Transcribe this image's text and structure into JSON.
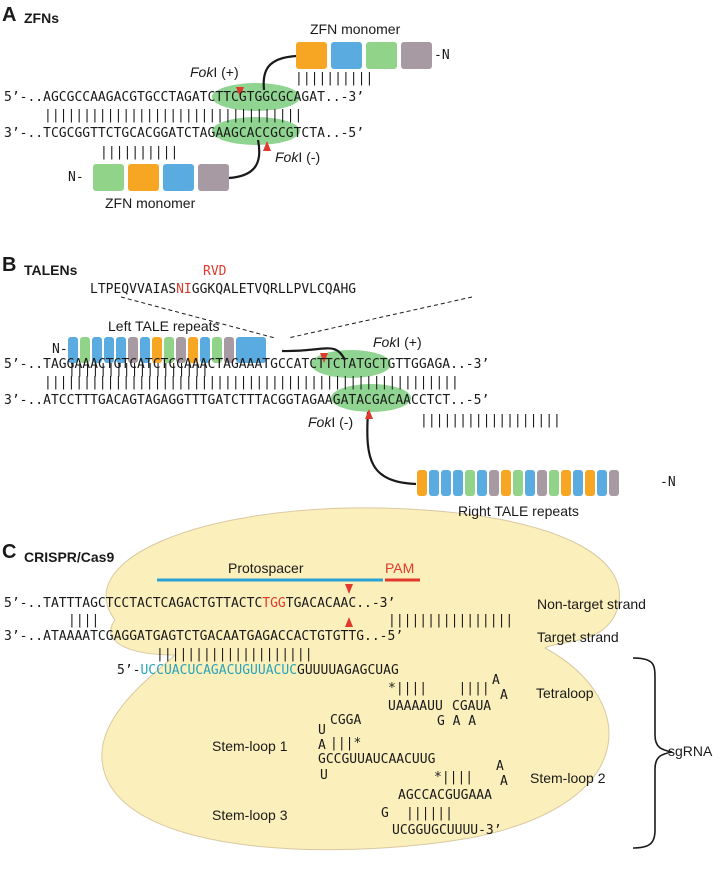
{
  "colors": {
    "orange": "#f6a623",
    "blue": "#5aace0",
    "green": "#92d38a",
    "mauve": "#a89aa2",
    "highlight_green": "#8fd490",
    "red": "#e03a2e",
    "cyan": "#2aa3b8",
    "protospacer_bar": "#2aa3d4",
    "cas9_fill": "#fbefbb"
  },
  "panelA": {
    "letter": "A",
    "title": "ZFNs",
    "monomer_top": "ZFN monomer",
    "monomer_bottom": "ZFN monomer",
    "n_top": "-N",
    "n_bottom": "N-",
    "foki_plus_italic": "Fok",
    "foki_plus_rest": "I (+)",
    "foki_minus_italic": "Fok",
    "foki_minus_rest": "I (-)",
    "top_strand_pre": "5’-..AGCGCCAAGACGTG",
    "top_strand_hl": "CCTAGAT",
    "top_strand_post": "CTTCGTGGCGCAGAT..-3’",
    "pairs": "|||||||||||||||||||||||||||||||||",
    "bottom_strand_pre": "3’-..TCGCGGTTCTGCAC",
    "bottom_strand_hl": "GGATCTA",
    "bottom_strand_post": "GAAGCACCGCGTCTA..-5’",
    "top_ticks": "||||||||||",
    "bottom_ticks": "||||||||||"
  },
  "panelB": {
    "letter": "B",
    "title": "TALENs",
    "rvd_label": "RVD",
    "seq_pre": "LTPEQVVAIAS",
    "seq_rvd": "NI",
    "seq_post": "GGKQALETVQRLLPVLCQAHG",
    "left_label": "Left TALE repeats",
    "right_label": "Right TALE repeats",
    "n_left": "N-",
    "n_right": "-N",
    "foki_plus_italic": "Fok",
    "foki_plus_rest": "I (+)",
    "foki_minus_italic": "Fok",
    "foki_minus_rest": "I (-)",
    "top_strand_pre": "5’-..TAGGAAACTGTCATCTCCAAA",
    "top_strand_hl": "CTAGAAA",
    "top_strand_post": "TGCCATCTTCTATGCTGTTGGAGA..-3’",
    "pairs": "|||||||||||||||||||||||||||||||||||||||||||||||||||||",
    "bottom_strand_pre": "3’-..ATCCTTTGACAGTAGAGGTTTGAT",
    "bottom_strand_hl": "CTTTAC",
    "bottom_strand_post": "GGTAGAAGATACGACAACCTCT..-5’",
    "left_ticks": "||||||||||||||||||",
    "right_ticks": "||||||||||||||||||"
  },
  "panelC": {
    "letter": "C",
    "title": "CRISPR/Cas9",
    "protospacer": "Protospacer",
    "pam": "PAM",
    "nontarget_label": "Non-target strand",
    "target_label": "Target strand",
    "nt_pre": "5’-..TATTTAGCTCCTACTCAGACTGTTACTC",
    "nt_pam": "TGG",
    "nt_post": "TGACACAAC..-3’",
    "strand_pairs": "||||",
    "strand_pairs2": "||||||||||||||||",
    "t_strand": "3’-..ATAAAATCGAGGATGAGTCTGACAATGAGACCACTGTGTTG..-5’",
    "guide_pairs": "||||||||||||||||||||",
    "sg_5": "5’-",
    "sg_guide": "UCCUACUCAGACUGUUACUC",
    "sg_rest": "GUUUUAGAGCUAG",
    "tetra_pairs": "*||||    ||||",
    "tetra_a1": "A",
    "tetra_a2": "A",
    "tetra_bottom_l": "UAAAAUU",
    "tetra_bottom_r": "CGAUA",
    "tetra_gaa": "G A A",
    "tetraloop_label": "Tetraloop",
    "sl1_top": "CGGA",
    "sl1_u1": "U",
    "sl1_a": "A",
    "sl1_pairs": "|||*",
    "sl1_bottom": "GCCGUUAUCAACUUG",
    "sl1_u2": "U",
    "sl1_label": "Stem-loop 1",
    "sl2_pairs": "*||||",
    "sl2_a1": "A",
    "sl2_a2": "A",
    "sl2_bottom": "AGCCACGUGAAA",
    "sl2_label": "Stem-loop 2",
    "sl3_g": "G",
    "sl3_pairs": "||||||",
    "sl3_bottom": "UCGGUGCUUUU-3’",
    "sl3_label": "Stem-loop 3",
    "sgrna_label": "sgRNA"
  }
}
